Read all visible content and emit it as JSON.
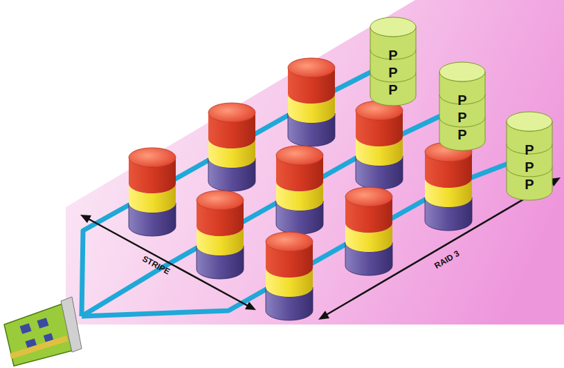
{
  "diagram": {
    "nodes": [
      {
        "text": [
          "P P P"
        ]
      },
      {
        "text": [
          "P P P"
        ]
      },
      {
        "text": [
          "P P P"
        ]
      }
    ],
    "labels": [
      "STRIPE",
      "RAID 3"
    ]
  }
}
